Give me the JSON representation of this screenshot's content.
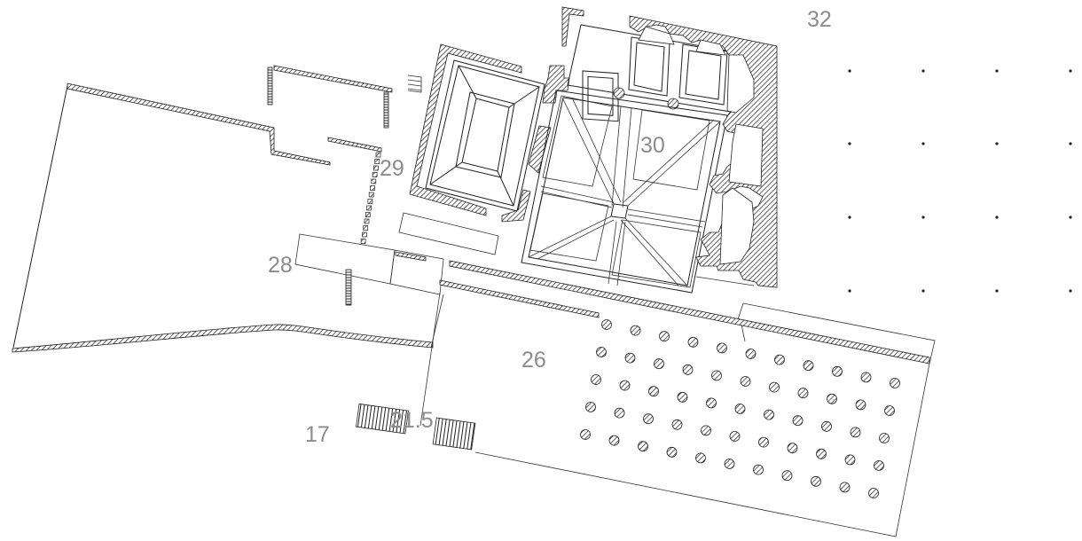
{
  "plan": {
    "labels": {
      "l32": "32",
      "l30": "30",
      "l29": "29",
      "l28": "28",
      "l26": "26",
      "l21": "21.5",
      "l17": "17"
    }
  }
}
